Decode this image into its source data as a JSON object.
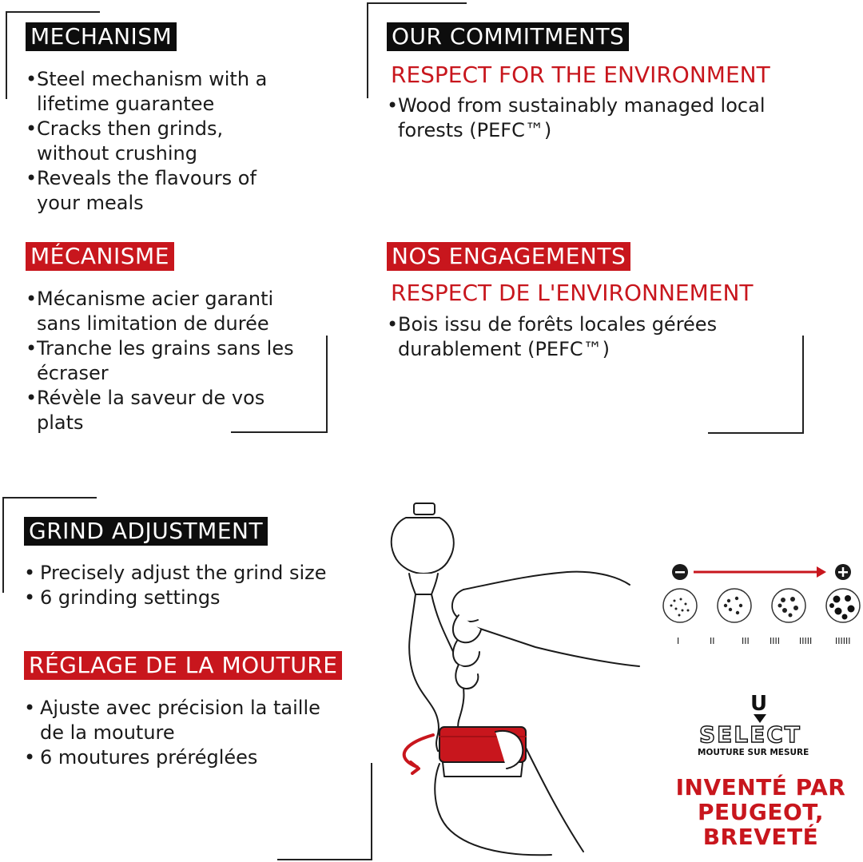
{
  "mechanism": {
    "title": "MECHANISM",
    "items": [
      "Steel mechanism with a lifetime guarantee",
      "Cracks then grinds, without crushing",
      "Reveals the flavours of your meals"
    ]
  },
  "mecanisme": {
    "title": "MÉCANISME",
    "items": [
      "Mécanisme acier garanti sans limitation de durée",
      "Tranche les grains sans les écraser",
      "Révèle la saveur de vos plats"
    ]
  },
  "commitments": {
    "title": "OUR COMMITMENTS",
    "subtitle": "RESPECT FOR THE ENVIRONMENT",
    "items": [
      "Wood from sustainably managed local forests (PEFC™)"
    ]
  },
  "engagements": {
    "title": "NOS ENGAGEMENTS",
    "subtitle": "RESPECT DE L'ENVIRONNEMENT",
    "items": [
      "Bois issu de forêts locales gérées durablement (PEFC™)"
    ]
  },
  "grind": {
    "title": "GRIND ADJUSTMENT",
    "items": [
      "Precisely adjust the grind size",
      "6 grinding settings"
    ]
  },
  "reglage": {
    "title": "RÉGLAGE DE LA MOUTURE",
    "items": [
      "Ajuste avec précision la taille de la mouture",
      "6 moutures préréglées"
    ]
  },
  "scale": {
    "minus": "−",
    "plus": "+",
    "ticks": [
      "I",
      "II",
      "III",
      "IIII",
      "IIIII",
      "IIIIII"
    ]
  },
  "logo": {
    "letter": "U",
    "word": "SELECT",
    "tagline": "MOUTURE SUR MESURE"
  },
  "invented": {
    "line1": "INVENTÉ PAR",
    "line2": "PEUGEOT,",
    "line3": "BREVETÉ"
  },
  "colors": {
    "accent": "#c8161d",
    "dark": "#0d0d0d"
  },
  "icons": [
    "pepper-mill-illustration",
    "grind-size-circle",
    "arrow-right-icon",
    "minus-icon",
    "plus-icon"
  ]
}
